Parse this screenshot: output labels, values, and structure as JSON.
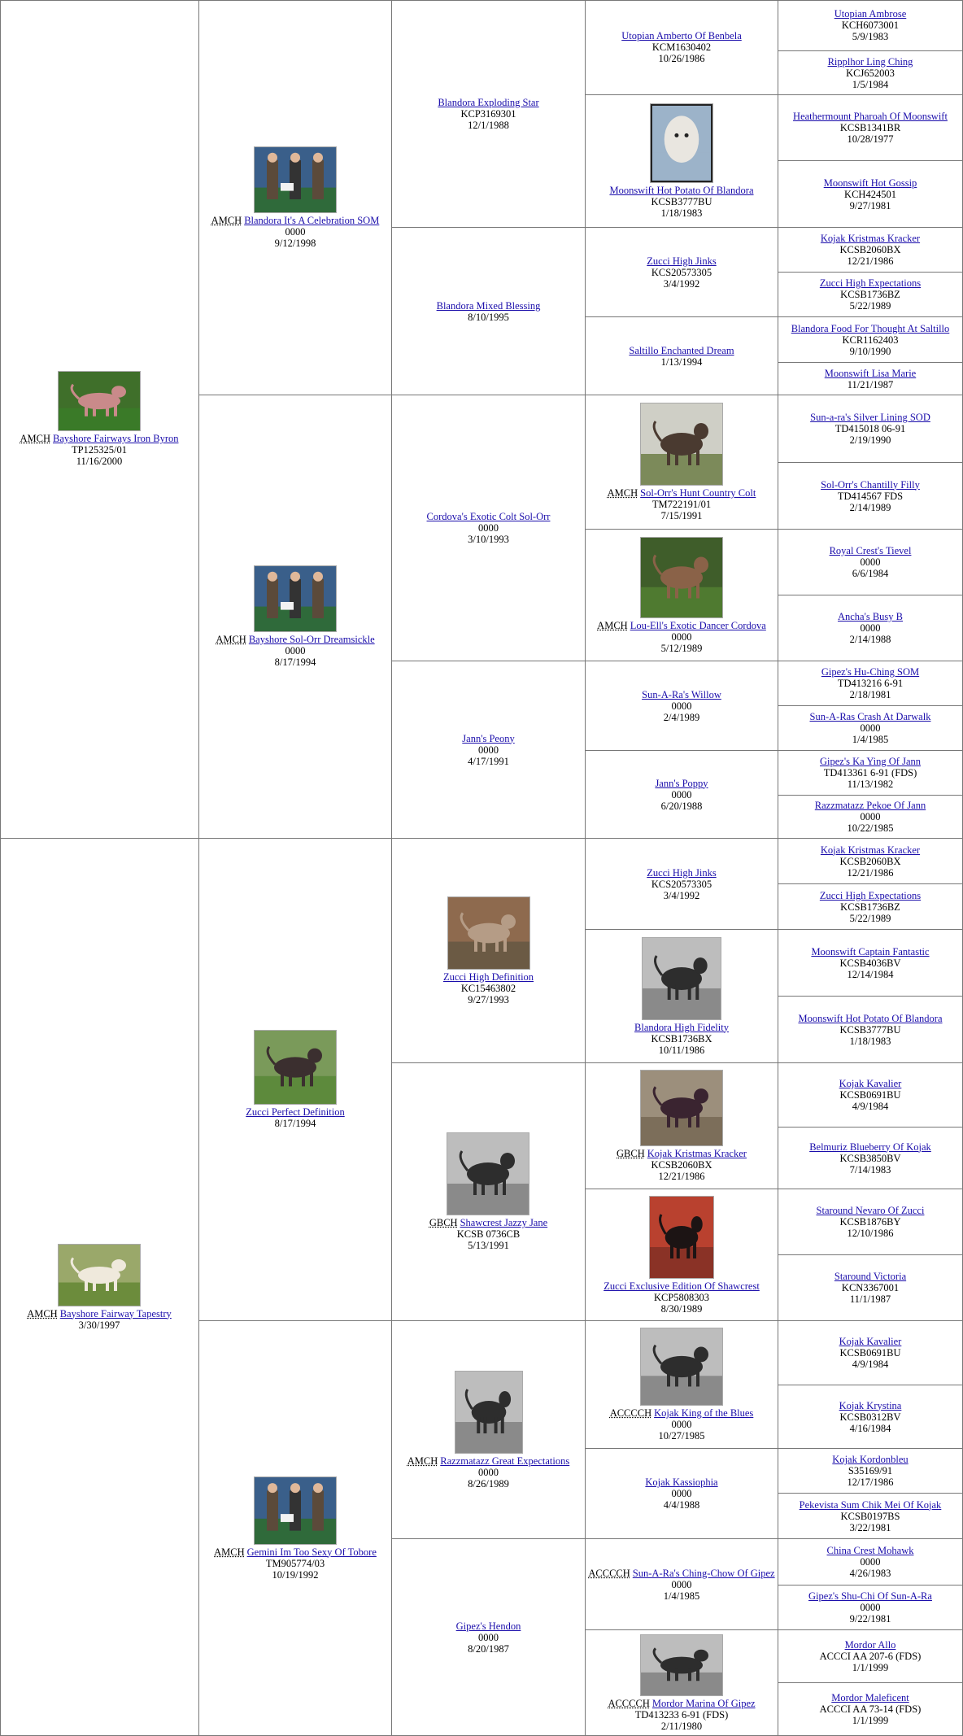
{
  "generations": [
    [
      {
        "name": "Bayshore Fairways Iron Byron",
        "title": "AMCH",
        "reg": "TP125325/01",
        "dob": "11/16/2000",
        "photo": "pink-hairless-crested-standing"
      },
      {
        "name": "Bayshore Fairway Tapestry",
        "title": "AMCH",
        "reg": "",
        "dob": "3/30/1997",
        "photo": "powderpuff-in-grass"
      }
    ],
    [
      {
        "name": "Blandora It's A Celebration SOM",
        "title": "AMCH",
        "reg": "0000",
        "dob": "9/12/1998",
        "photo": "show-win-group-photo"
      },
      {
        "name": "Bayshore Sol-Orr Dreamsickle",
        "title": "AMCH",
        "reg": "0000",
        "dob": "8/17/1994",
        "photo": "show-win-photo"
      },
      {
        "name": "Zucci Perfect Definition",
        "title": "",
        "reg": "",
        "dob": "8/17/1994",
        "photo": "dog-on-lawn"
      },
      {
        "name": "Gemini Im Too Sexy Of Tobore",
        "title": "AMCH",
        "reg": "TM905774/03",
        "dob": "10/19/1992",
        "photo": "show-win-photo-judges"
      }
    ],
    [
      {
        "name": "Blandora Exploding Star",
        "title": "",
        "reg": "KCP3169301",
        "dob": "12/1/1988",
        "photo": ""
      },
      {
        "name": "Blandora Mixed Blessing",
        "title": "",
        "reg": "",
        "dob": "8/10/1995",
        "photo": ""
      },
      {
        "name": "Cordova's Exotic Colt Sol-Orr",
        "title": "",
        "reg": "0000",
        "dob": "3/10/1993",
        "photo": ""
      },
      {
        "name": "Jann's Peony",
        "title": "",
        "reg": "0000",
        "dob": "4/17/1991",
        "photo": ""
      },
      {
        "name": "Zucci High Definition",
        "title": "",
        "reg": "KC15463802",
        "dob": "9/27/1993",
        "photo": "crested-stacked-photo"
      },
      {
        "name": "Shawcrest Jazzy Jane",
        "title": "GBCH",
        "reg": "KCSB 0736CB",
        "dob": "5/13/1991",
        "photo": "bw-stacked-photo"
      },
      {
        "name": "Razzmatazz Great Expectations",
        "title": "AMCH",
        "reg": "0000",
        "dob": "8/26/1989",
        "photo": "bw-portrait"
      },
      {
        "name": "Gipez's Hendon",
        "title": "",
        "reg": "0000",
        "dob": "8/20/1987",
        "photo": ""
      }
    ],
    [
      {
        "name": "Utopian Amberto Of Benbela",
        "title": "",
        "reg": "KCM1630402",
        "dob": "10/26/1986",
        "photo": ""
      },
      {
        "name": "Moonswift Hot Potato Of Blandora",
        "title": "",
        "reg": "KCSB3777BU",
        "dob": "1/18/1983",
        "photo": "crested-head-portrait"
      },
      {
        "name": "Zucci High Jinks",
        "title": "",
        "reg": "KCS20573305",
        "dob": "3/4/1992",
        "photo": ""
      },
      {
        "name": "Saltillo Enchanted Dream",
        "title": "",
        "reg": "",
        "dob": "1/13/1994",
        "photo": ""
      },
      {
        "name": "Sol-Orr's Hunt Country Colt",
        "title": "AMCH",
        "reg": "TM722191/01",
        "dob": "7/15/1991",
        "photo": "dog-by-lattice"
      },
      {
        "name": "Lou-Ell's Exotic Dancer Cordova",
        "title": "AMCH",
        "reg": "0000",
        "dob": "5/12/1989",
        "photo": "dog-on-grass"
      },
      {
        "name": "Sun-A-Ra's Willow",
        "title": "",
        "reg": "0000",
        "dob": "2/4/1989",
        "photo": ""
      },
      {
        "name": "Jann's Poppy",
        "title": "",
        "reg": "0000",
        "dob": "6/20/1988",
        "photo": ""
      },
      {
        "name": "Zucci High Jinks",
        "title": "",
        "reg": "KCS20573305",
        "dob": "3/4/1992",
        "photo": ""
      },
      {
        "name": "Blandora High Fidelity",
        "title": "",
        "reg": "KCSB1736BX",
        "dob": "10/11/1986",
        "photo": "bw-powderpuff-photo"
      },
      {
        "name": "Kojak Kristmas Kracker",
        "title": "GBCH",
        "reg": "KCSB2060BX",
        "dob": "12/21/1986",
        "photo": "dark-dog-stacked"
      },
      {
        "name": "Zucci Exclusive Edition Of Shawcrest",
        "title": "",
        "reg": "KCP5808303",
        "dob": "8/30/1989",
        "photo": "dark-dog-on-red"
      },
      {
        "name": "Kojak King of the Blues",
        "title": "ACCCCH",
        "reg": "0000",
        "dob": "10/27/1985",
        "photo": "bw-dog-porch"
      },
      {
        "name": "Kojak Kassiophia",
        "title": "",
        "reg": "0000",
        "dob": "4/4/1988",
        "photo": ""
      },
      {
        "name": "Sun-A-Ra's Ching-Chow Of Gipez",
        "title": "ACCCCH",
        "reg": "0000",
        "dob": "1/4/1985",
        "photo": ""
      },
      {
        "name": "Mordor Marina Of Gipez",
        "title": "ACCCCH",
        "reg": "TD413233 6-91 (FDS)",
        "dob": "2/11/1980",
        "photo": "bw-powderpuff-standing"
      }
    ],
    [
      {
        "name": "Utopian Ambrose",
        "title": "",
        "reg": "KCH6073001",
        "dob": "5/9/1983",
        "photo": ""
      },
      {
        "name": "Ripplhor Ling Ching",
        "title": "",
        "reg": "KCJ652003",
        "dob": "1/5/1984",
        "photo": ""
      },
      {
        "name": "Heathermount Pharoah Of Moonswift",
        "title": "",
        "reg": "KCSB1341BR",
        "dob": "10/28/1977",
        "photo": ""
      },
      {
        "name": "Moonswift Hot Gossip",
        "title": "",
        "reg": "KCH424501",
        "dob": "9/27/1981",
        "photo": ""
      },
      {
        "name": "Kojak Kristmas Kracker",
        "title": "",
        "reg": "KCSB2060BX",
        "dob": "12/21/1986",
        "photo": ""
      },
      {
        "name": "Zucci High Expectations",
        "title": "",
        "reg": "KCSB1736BZ",
        "dob": "5/22/1989",
        "photo": ""
      },
      {
        "name": "Blandora Food For Thought At Saltillo",
        "title": "",
        "reg": "KCR1162403",
        "dob": "9/10/1990",
        "photo": ""
      },
      {
        "name": "Moonswift Lisa Marie",
        "title": "",
        "reg": "",
        "dob": "11/21/1987",
        "photo": ""
      },
      {
        "name": "Sun-a-ra's Silver Lining SOD",
        "title": "",
        "reg": "TD415018 06-91",
        "dob": "2/19/1990",
        "photo": ""
      },
      {
        "name": "Sol-Orr's Chantilly Filly",
        "title": "",
        "reg": "TD414567 FDS",
        "dob": "2/14/1989",
        "photo": ""
      },
      {
        "name": "Royal Crest's Tievel",
        "title": "",
        "reg": "0000",
        "dob": "6/6/1984",
        "photo": ""
      },
      {
        "name": "Ancha's Busy B",
        "title": "",
        "reg": "0000",
        "dob": "2/14/1988",
        "photo": ""
      },
      {
        "name": "Gipez's Hu-Ching SOM",
        "title": "",
        "reg": "TD413216 6-91",
        "dob": "2/18/1981",
        "photo": ""
      },
      {
        "name": "Sun-A-Ras Crash At Darwalk",
        "title": "",
        "reg": "0000",
        "dob": "1/4/1985",
        "photo": ""
      },
      {
        "name": "Gipez's Ka Ying Of Jann",
        "title": "",
        "reg": "TD413361 6-91 (FDS)",
        "dob": "11/13/1982",
        "photo": ""
      },
      {
        "name": "Razzmatazz Pekoe Of Jann",
        "title": "",
        "reg": "0000",
        "dob": "10/22/1985",
        "photo": ""
      },
      {
        "name": "Kojak Kristmas Kracker",
        "title": "",
        "reg": "KCSB2060BX",
        "dob": "12/21/1986",
        "photo": ""
      },
      {
        "name": "Zucci High Expectations",
        "title": "",
        "reg": "KCSB1736BZ",
        "dob": "5/22/1989",
        "photo": ""
      },
      {
        "name": "Moonswift Captain Fantastic",
        "title": "",
        "reg": "KCSB4036BV",
        "dob": "12/14/1984",
        "photo": ""
      },
      {
        "name": "Moonswift Hot Potato Of Blandora",
        "title": "",
        "reg": "KCSB3777BU",
        "dob": "1/18/1983",
        "photo": ""
      },
      {
        "name": "Kojak Kavalier",
        "title": "",
        "reg": "KCSB0691BU",
        "dob": "4/9/1984",
        "photo": ""
      },
      {
        "name": "Belmuriz Blueberry Of Kojak",
        "title": "",
        "reg": "KCSB3850BV",
        "dob": "7/14/1983",
        "photo": ""
      },
      {
        "name": "Staround Nevaro Of Zucci",
        "title": "",
        "reg": "KCSB1876BY",
        "dob": "12/10/1986",
        "photo": ""
      },
      {
        "name": "Staround Victoria",
        "title": "",
        "reg": "KCN3367001",
        "dob": "11/1/1987",
        "photo": ""
      },
      {
        "name": "Kojak Kavalier",
        "title": "",
        "reg": "KCSB0691BU",
        "dob": "4/9/1984",
        "photo": ""
      },
      {
        "name": "Kojak Krystina",
        "title": "",
        "reg": "KCSB0312BV",
        "dob": "4/16/1984",
        "photo": ""
      },
      {
        "name": "Kojak Kordonbleu",
        "title": "",
        "reg": "S35169/91",
        "dob": "12/17/1986",
        "photo": ""
      },
      {
        "name": "Pekevista Sum Chik Mei Of Kojak",
        "title": "",
        "reg": "KCSB0197BS",
        "dob": "3/22/1981",
        "photo": ""
      },
      {
        "name": "China Crest Mohawk",
        "title": "",
        "reg": "0000",
        "dob": "4/26/1983",
        "photo": ""
      },
      {
        "name": "Gipez's Shu-Chi Of Sun-A-Ra",
        "title": "",
        "reg": "0000",
        "dob": "9/22/1981",
        "photo": ""
      },
      {
        "name": "Mordor Allo",
        "title": "",
        "reg": "ACCCI AA 207-6 (FDS)",
        "dob": "1/1/1999",
        "photo": ""
      },
      {
        "name": "Mordor Maleficent",
        "title": "",
        "reg": "ACCCI AA 73-14 (FDS)",
        "dob": "1/1/1999",
        "photo": ""
      }
    ]
  ],
  "colors": {
    "link": "#1a0dab",
    "border": "#777777",
    "background": "#ffffff"
  }
}
